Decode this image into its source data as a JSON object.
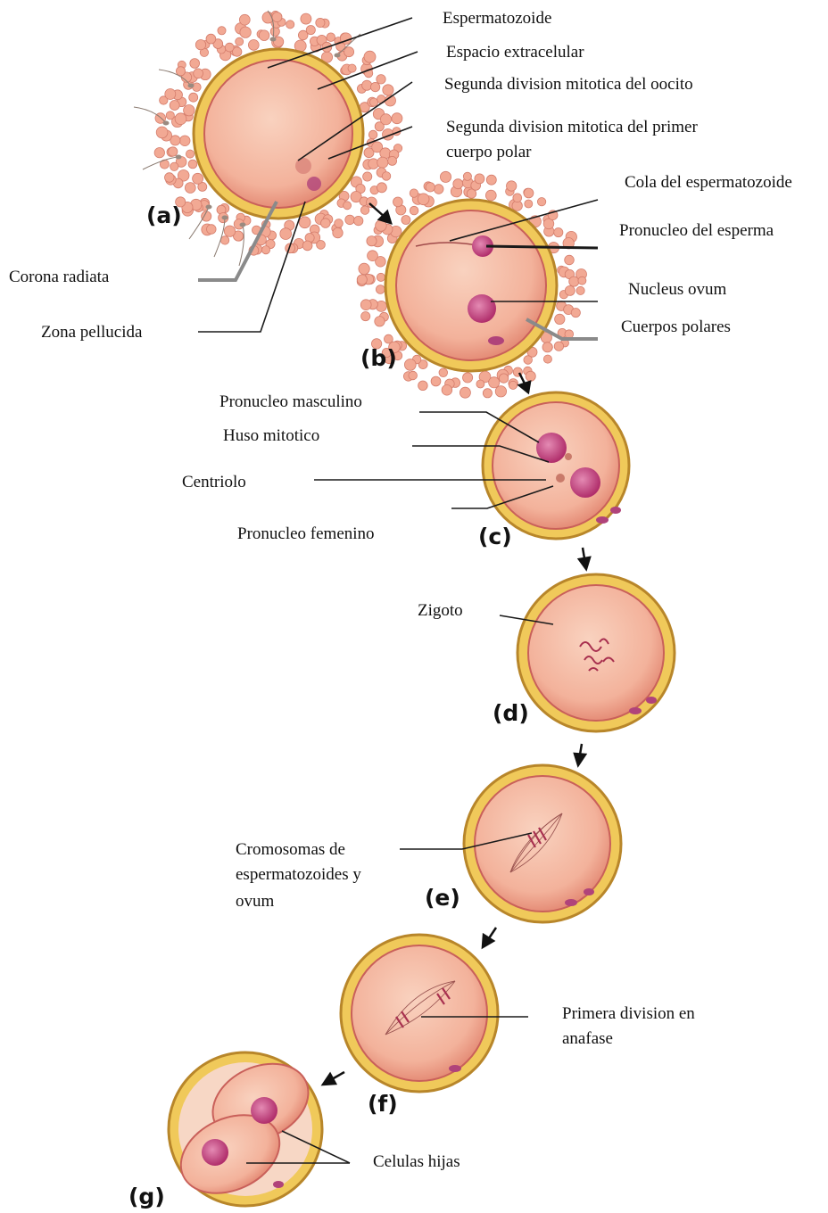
{
  "colors": {
    "cytoplasm": "#f3b29b",
    "cytoplasm_light": "#f8cdb8",
    "zona": "#f0c95a",
    "zona_edge": "#b8862a",
    "corona_cell": "#f2a994",
    "nucleus": "#c43f7a",
    "nucleus_light": "#e07aa8",
    "polar_body": "#b0437a"
  },
  "stages": {
    "a": "(a)",
    "b": "(b)",
    "c": "(c)",
    "d": "(d)",
    "e": "(e)",
    "f": "(f)",
    "g": "(g)"
  },
  "labels": {
    "espermatozoide": "Espermatozoide",
    "espacio": "Espacio extracelular",
    "segunda_oocito": "Segunda division mitotica del oocito",
    "segunda_polar_1": "Segunda division mitotica del primer",
    "segunda_polar_2": "cuerpo polar",
    "corona": "Corona radiata",
    "zona": "Zona pellucida",
    "cola": "Cola del espermatozoide",
    "pronucleo_esperma": "Pronucleo del esperma",
    "nucleus_ovum": "Nucleus ovum",
    "cuerpos_polares": "Cuerpos polares",
    "pronucleo_masculino": "Pronucleo masculino",
    "huso": "Huso mitotico",
    "centriolo": "Centriolo",
    "pronucleo_femenino": "Pronucleo femenino",
    "zigoto": "Zigoto",
    "cromosomas_1": "Cromosomas de",
    "cromosomas_2": "espermatozoides y",
    "cromosomas_3": "ovum",
    "primera_1": "Primera division en",
    "primera_2": "anafase",
    "celulas_hijas": "Celulas hijas"
  }
}
